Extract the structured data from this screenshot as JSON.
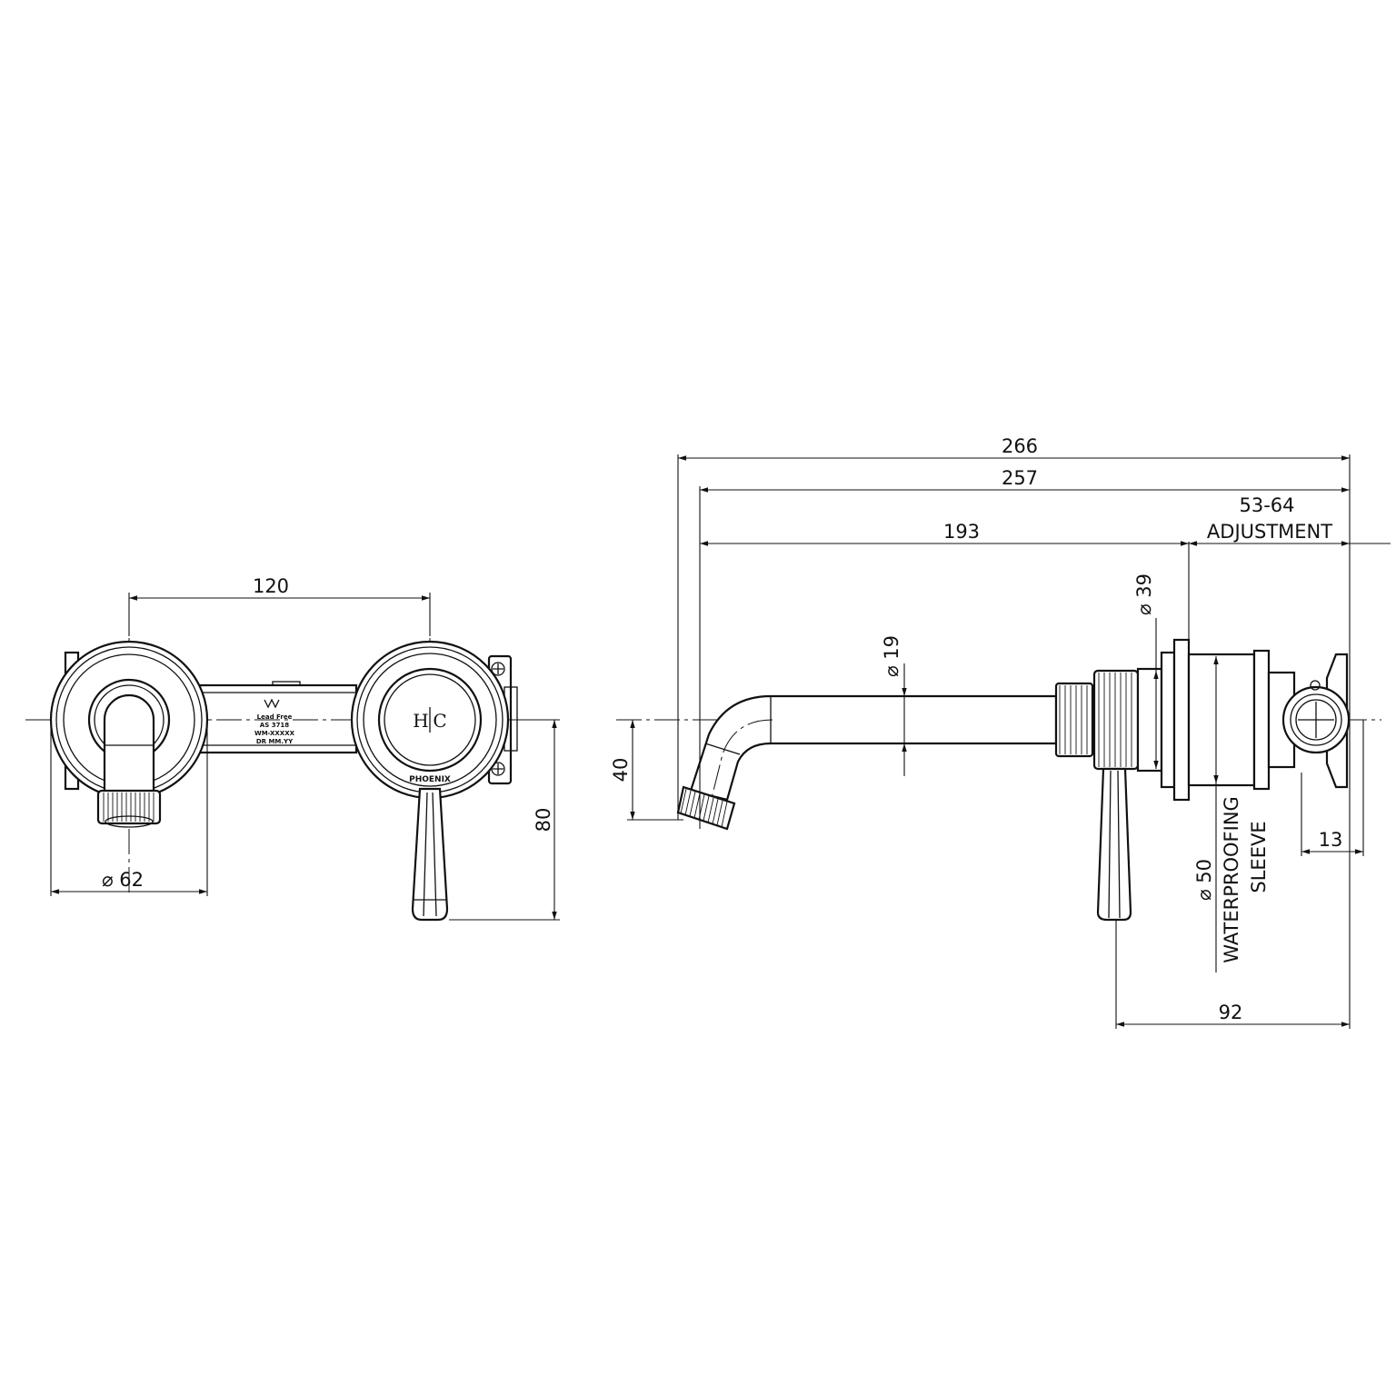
{
  "front_view": {
    "dim_centres": "120",
    "dim_plate_dia": "⌀ 62",
    "dim_lever_drop": "80",
    "handle_label_hot": "H",
    "handle_label_cold": "C",
    "brand": "PHOENIX",
    "watermark_lines": [
      "Lead Free",
      "AS 3718",
      "WM-XXXXX",
      "DR  MM.YY"
    ]
  },
  "side_view": {
    "dim_overall": "266",
    "dim_spout_total": "257",
    "dim_spout_reach": "193",
    "dim_adjust_value": "53-64",
    "dim_adjust_label": "ADJUSTMENT",
    "dim_spout_dia": "⌀ 19",
    "dim_flange_dia": "⌀ 39",
    "dim_outlet_height": "40",
    "dim_sleeve_dia": "⌀ 50",
    "sleeve_label_1": "WATERPROOFING",
    "sleeve_label_2": "SLEEVE",
    "dim_body_depth": "92",
    "dim_stub": "13"
  }
}
